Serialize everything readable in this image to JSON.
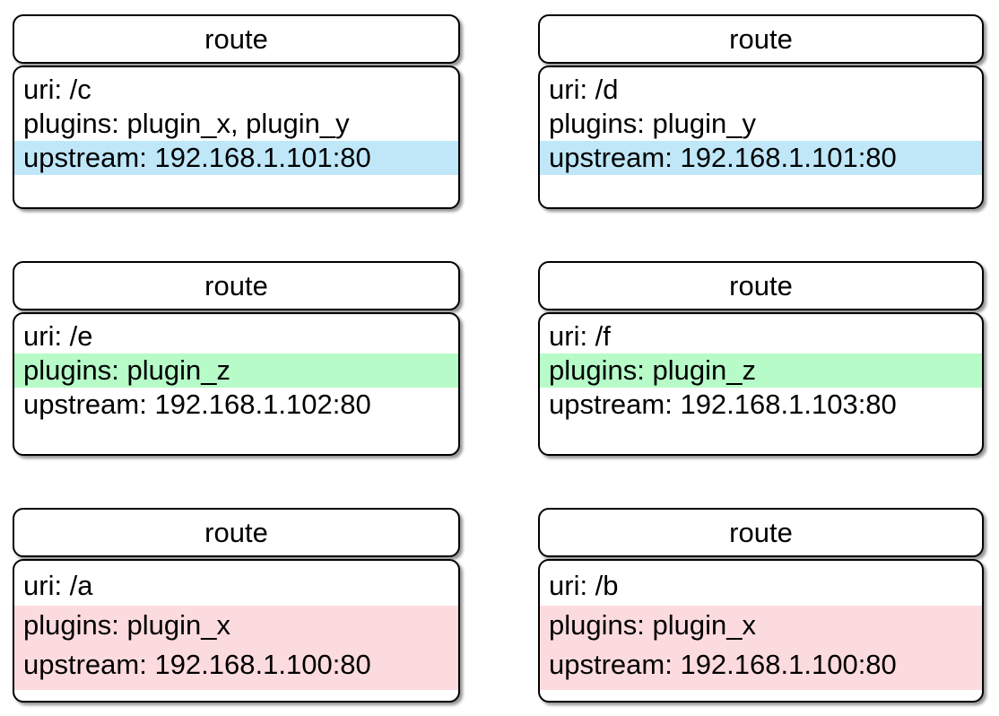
{
  "diagram": {
    "type": "route-card-grid",
    "title": "route",
    "columns": 2,
    "rows": 3,
    "highlight_colors": {
      "blue": "#bfe7f8",
      "green": "#b6fbc8",
      "pink": "#fcdbdf"
    },
    "border_color": "#000000",
    "background": "#ffffff"
  },
  "cards": [
    {
      "header": "route",
      "fields": [
        {
          "label": "uri",
          "value": "/c",
          "text": "uri: /c",
          "highlight": "none"
        },
        {
          "label": "plugins",
          "value": "plugin_x, plugin_y",
          "text": "plugins: plugin_x, plugin_y",
          "highlight": "none"
        },
        {
          "label": "upstream",
          "value": "192.168.1.101:80",
          "text": "upstream: 192.168.1.101:80",
          "highlight": "blue"
        }
      ]
    },
    {
      "header": "route",
      "fields": [
        {
          "label": "uri",
          "value": "/d",
          "text": "uri: /d",
          "highlight": "none"
        },
        {
          "label": "plugins",
          "value": "plugin_y",
          "text": "plugins: plugin_y",
          "highlight": "none"
        },
        {
          "label": "upstream",
          "value": "192.168.1.101:80",
          "text": "upstream: 192.168.1.101:80",
          "highlight": "blue"
        }
      ]
    },
    {
      "header": "route",
      "fields": [
        {
          "label": "uri",
          "value": "/e",
          "text": "uri: /e",
          "highlight": "none"
        },
        {
          "label": "plugins",
          "value": "plugin_z",
          "text": "plugins: plugin_z",
          "highlight": "green"
        },
        {
          "label": "upstream",
          "value": "192.168.1.102:80",
          "text": "upstream: 192.168.1.102:80",
          "highlight": "none"
        }
      ]
    },
    {
      "header": "route",
      "fields": [
        {
          "label": "uri",
          "value": "/f",
          "text": "uri: /f",
          "highlight": "none"
        },
        {
          "label": "plugins",
          "value": "plugin_z",
          "text": "plugins: plugin_z",
          "highlight": "green"
        },
        {
          "label": "upstream",
          "value": "192.168.1.103:80",
          "text": "upstream: 192.168.1.103:80",
          "highlight": "none"
        }
      ]
    },
    {
      "header": "route",
      "fields": [
        {
          "label": "uri",
          "value": "/a",
          "text": "uri: /a",
          "highlight": "none"
        },
        {
          "label": "plugins",
          "value": "plugin_x",
          "text": "plugins: plugin_x",
          "highlight": "pink"
        },
        {
          "label": "upstream",
          "value": "192.168.1.100:80",
          "text": "upstream: 192.168.1.100:80",
          "highlight": "pink"
        }
      ]
    },
    {
      "header": "route",
      "fields": [
        {
          "label": "uri",
          "value": "/b",
          "text": "uri: /b",
          "highlight": "none"
        },
        {
          "label": "plugins",
          "value": "plugin_x",
          "text": "plugins: plugin_x",
          "highlight": "pink"
        },
        {
          "label": "upstream",
          "value": "192.168.1.100:80",
          "text": "upstream: 192.168.1.100:80",
          "highlight": "pink"
        }
      ]
    }
  ]
}
